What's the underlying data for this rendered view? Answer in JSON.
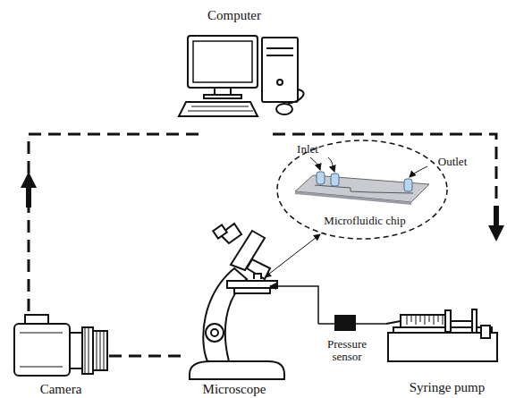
{
  "diagram": {
    "labels": [
      "Computer",
      "Inlet",
      "Outlet",
      "Microfluidic chip",
      "Camera",
      "Microscope",
      "Pressure sensor",
      "Syringe pump"
    ]
  }
}
